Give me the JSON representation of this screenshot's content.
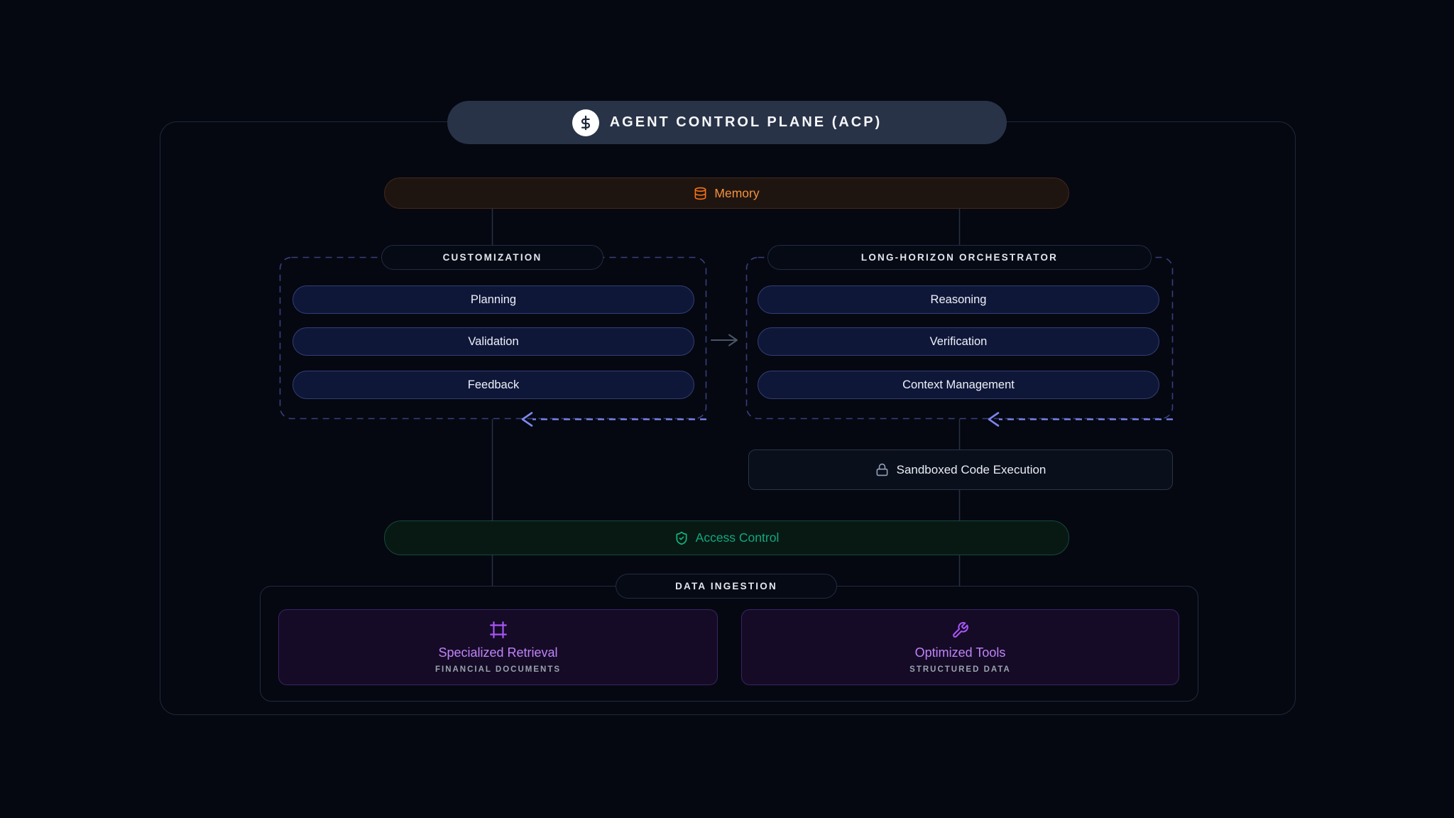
{
  "header": {
    "title": "AGENT CONTROL PLANE (ACP)",
    "icon": "dollar-sign-icon",
    "icon_glyph": "$"
  },
  "memory": {
    "label": "Memory",
    "icon": "database-icon",
    "accent_color": "#f5923e"
  },
  "customization": {
    "label": "CUSTOMIZATION",
    "items": [
      "Planning",
      "Validation",
      "Feedback"
    ],
    "border_color": "#6d75e8"
  },
  "orchestrator": {
    "label": "LONG-HORIZON ORCHESTRATOR",
    "items": [
      "Reasoning",
      "Verification",
      "Context Management"
    ],
    "border_color": "#6d75e8"
  },
  "sandbox": {
    "label": "Sandboxed Code Execution",
    "icon": "lock-icon"
  },
  "access_control": {
    "label": "Access Control",
    "icon": "shield-check-icon",
    "accent_color": "#12a77e"
  },
  "data_ingestion": {
    "label": "DATA INGESTION",
    "accent_color": "#a855f7",
    "cards": [
      {
        "icon": "frame-icon",
        "title": "Specialized Retrieval",
        "subtitle": "FINANCIAL DOCUMENTS"
      },
      {
        "icon": "wrench-icon",
        "title": "Optimized Tools",
        "subtitle": "STRUCTURED DATA"
      }
    ]
  }
}
